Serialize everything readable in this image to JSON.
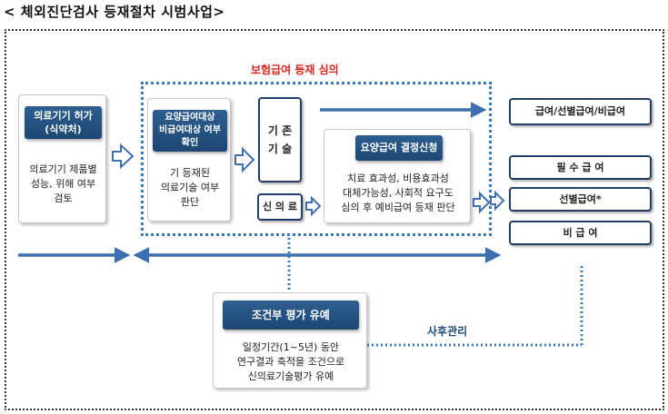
{
  "title": "< 체외진단검사 등재절차 시범사업>",
  "insurance_label": "보험급여 등재 심의",
  "device_approval": {
    "header_line1": "의료기기 허가",
    "header_line2": "(식약처)",
    "body_line1": "의료기기 제품별",
    "body_line2": "성능, 위해 여부",
    "body_line3": "검토"
  },
  "eligibility": {
    "header_line1": "요양급여대상",
    "header_line2": "비급여대상 여부",
    "header_line3": "확인",
    "body_line1": "기 등재된",
    "body_line2": "의료기술 여부",
    "body_line3": "판단"
  },
  "existing_tech": {
    "line1": "기 존",
    "line2": "기 술"
  },
  "new_tech": "신 의 료",
  "decision": {
    "header": "요양급여 결정신청",
    "body_line1": "치료 효과성, 비용효과성",
    "body_line2": "대체가능성, 사회적 요구도",
    "body_line3": "심의 후 예비급여 등재 판단"
  },
  "outcomes": {
    "top": "급여/선별급여/비급여",
    "required": "필 수 급 여",
    "selective": "선별급여*",
    "non_covered": "비 급 여"
  },
  "conditional": {
    "header": "조건부 평가 유예",
    "body_line1": "일정기간(1~5년) 동안",
    "body_line2": "연구결과 축적을 조건으로",
    "body_line3": "신의료기술평가 유예"
  },
  "followup_label": "사후관리",
  "colors": {
    "navy": "#1f4e79",
    "arrow_blue": "#3e6fb0",
    "dotted_blue": "#3b7bbd",
    "red": "#e0261d"
  }
}
